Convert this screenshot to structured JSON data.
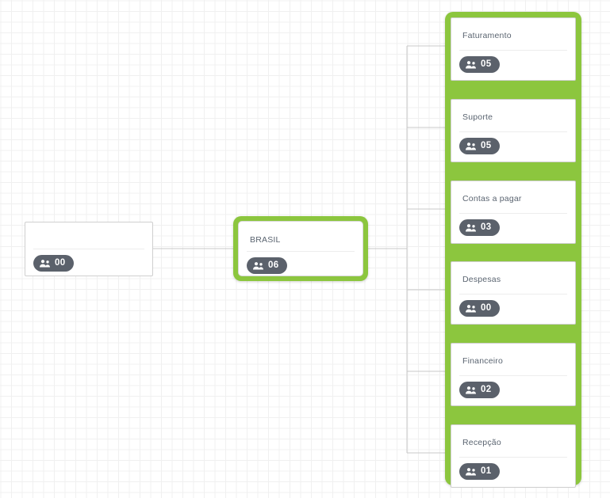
{
  "theme": {
    "accent_green": "#8cc63e",
    "badge_bg": "#5b616b",
    "card_border": "#cfcfcf",
    "title_color": "#5a6470",
    "grid_line": "#f0f0f0",
    "canvas_bg": "#ffffff"
  },
  "icons": {
    "people": "people-group-icon"
  },
  "chart_data": {
    "type": "tree",
    "orientation": "left-to-right",
    "nodes": [
      {
        "id": "root",
        "title": "",
        "count": "00",
        "level": 0,
        "selected": false
      },
      {
        "id": "brasil",
        "title": "BRASIL",
        "count": "06",
        "level": 1,
        "selected": true
      },
      {
        "id": "faturamento",
        "title": "Faturamento",
        "count": "05",
        "level": 2,
        "selected": true
      },
      {
        "id": "suporte",
        "title": "Suporte",
        "count": "05",
        "level": 2,
        "selected": true
      },
      {
        "id": "contas",
        "title": "Contas a pagar",
        "count": "03",
        "level": 2,
        "selected": true
      },
      {
        "id": "despesas",
        "title": "Despesas",
        "count": "00",
        "level": 2,
        "selected": true
      },
      {
        "id": "financeiro",
        "title": "Financeiro",
        "count": "02",
        "level": 2,
        "selected": true
      },
      {
        "id": "recepcao",
        "title": "Recepção",
        "count": "01",
        "level": 2,
        "selected": true
      }
    ],
    "edges": [
      {
        "from": "root",
        "to": "brasil"
      },
      {
        "from": "brasil",
        "to": "faturamento"
      },
      {
        "from": "brasil",
        "to": "suporte"
      },
      {
        "from": "brasil",
        "to": "contas"
      },
      {
        "from": "brasil",
        "to": "despesas"
      },
      {
        "from": "brasil",
        "to": "financeiro"
      },
      {
        "from": "brasil",
        "to": "recepcao"
      }
    ]
  },
  "root_node": {
    "title": "",
    "count": "00"
  },
  "brasil_node": {
    "title": "BRASIL",
    "count": "06"
  },
  "children": [
    {
      "title": "Faturamento",
      "count": "05"
    },
    {
      "title": "Suporte",
      "count": "05"
    },
    {
      "title": "Contas a pagar",
      "count": "03"
    },
    {
      "title": "Despesas",
      "count": "00"
    },
    {
      "title": "Financeiro",
      "count": "02"
    },
    {
      "title": "Recepção",
      "count": "01"
    }
  ]
}
